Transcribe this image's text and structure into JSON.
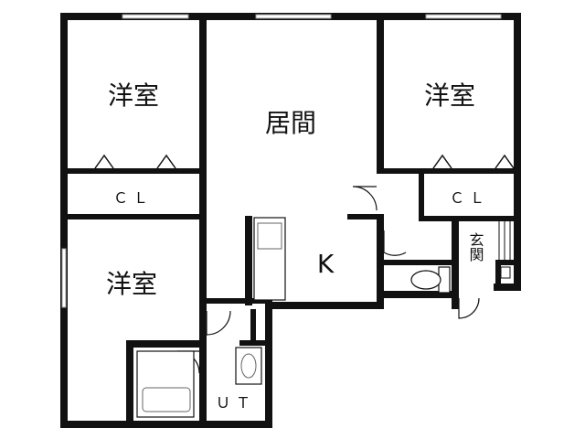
{
  "colors": {
    "wall": "#111111",
    "fixture": "#666666",
    "background": "#ffffff"
  },
  "rooms": {
    "western_room_1": "洋室",
    "western_room_2": "洋室",
    "western_room_3": "洋室",
    "living_room": "居間",
    "kitchen": "K",
    "closet_1": "ＣＬ",
    "closet_2": "ＣＬ",
    "entrance": "玄関",
    "utility": "ＵＴ"
  }
}
